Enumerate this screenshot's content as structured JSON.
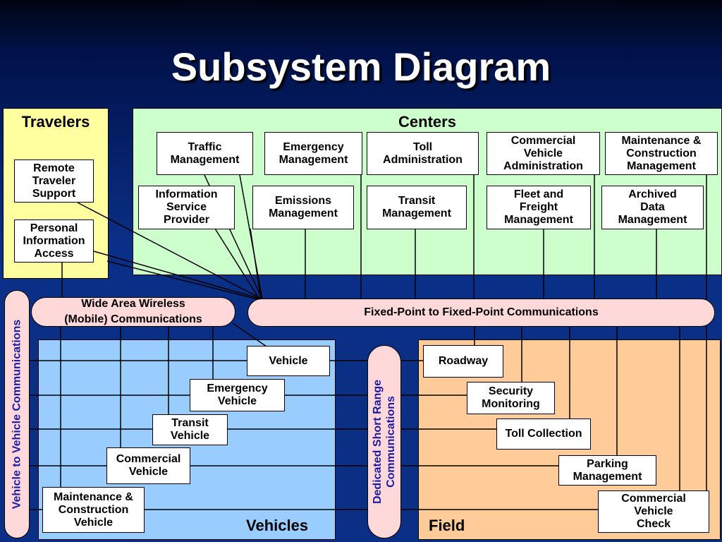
{
  "title": "Subsystem Diagram",
  "regions": {
    "travelers": "Travelers",
    "centers": "Centers",
    "vehicles": "Vehicles",
    "field": "Field"
  },
  "travelers": {
    "remote_traveler_support": "Remote\nTraveler\nSupport",
    "personal_information_access": "Personal\nInformation\nAccess"
  },
  "centers": {
    "traffic_management": "Traffic\nManagement",
    "emergency_management": "Emergency\nManagement",
    "toll_administration": "Toll\nAdministration",
    "commercial_vehicle_administration": "Commercial\nVehicle\nAdministration",
    "maintenance_construction_management": "Maintenance &\nConstruction\nManagement",
    "information_service_provider": "Information\nService\nProvider",
    "emissions_management": "Emissions\nManagement",
    "transit_management": "Transit\nManagement",
    "fleet_freight_management": "Fleet and\nFreight\nManagement",
    "archived_data_management": "Archived\nData\nManagement"
  },
  "communications": {
    "wide_area_wireless": "Wide Area Wireless\n(Mobile)  Communications",
    "fixed_point": "Fixed-Point to Fixed-Point Communications",
    "vehicle_to_vehicle": "Vehicle to Vehicle Communications",
    "dsrc": "Dedicated Short Range\nCommunications"
  },
  "vehicles": {
    "vehicle": "Vehicle",
    "emergency_vehicle": "Emergency\nVehicle",
    "transit_vehicle": "Transit\nVehicle",
    "commercial_vehicle": "Commercial\nVehicle",
    "maintenance_construction_vehicle": "Maintenance &\nConstruction\nVehicle"
  },
  "field": {
    "roadway": "Roadway",
    "security_monitoring": "Security\nMonitoring",
    "toll_collection": "Toll Collection",
    "parking_management": "Parking\nManagement",
    "commercial_vehicle_check": "Commercial\nVehicle\nCheck"
  },
  "colors": {
    "background": "#0b2f84",
    "travelers": "#ffff9f",
    "centers": "#ccffcc",
    "vehicles": "#99ccff",
    "field": "#ffcc99",
    "comm_pill": "#ffd9d9",
    "vertical_comm_text": "#1a1aa8"
  }
}
